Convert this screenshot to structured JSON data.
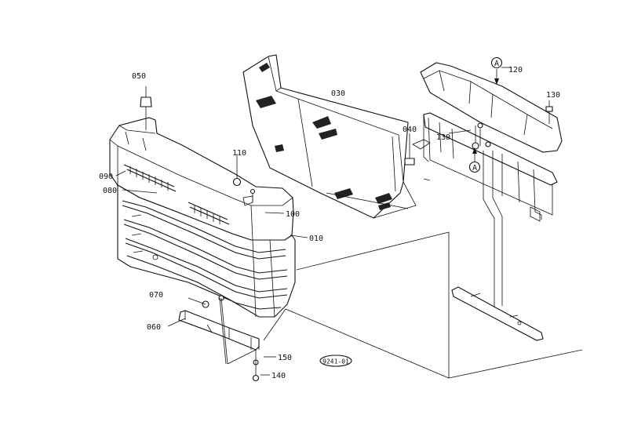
{
  "diagram": {
    "callouts": [
      {
        "id": "c050",
        "label": "050"
      },
      {
        "id": "c030",
        "label": "030"
      },
      {
        "id": "c040",
        "label": "040"
      },
      {
        "id": "c120",
        "label": "120"
      },
      {
        "id": "c130a",
        "label": "130"
      },
      {
        "id": "c130b",
        "label": "130"
      },
      {
        "id": "c110",
        "label": "110"
      },
      {
        "id": "c090",
        "label": "090"
      },
      {
        "id": "c080",
        "label": "080"
      },
      {
        "id": "c100",
        "label": "100"
      },
      {
        "id": "c010",
        "label": "010"
      },
      {
        "id": "c070",
        "label": "070"
      },
      {
        "id": "c060",
        "label": "060"
      },
      {
        "id": "c150",
        "label": "150"
      },
      {
        "id": "c140",
        "label": "140"
      }
    ],
    "view_markers": [
      {
        "id": "markA1",
        "label": "A"
      },
      {
        "id": "markA2",
        "label": "A"
      }
    ],
    "stamp": "9241-01"
  }
}
